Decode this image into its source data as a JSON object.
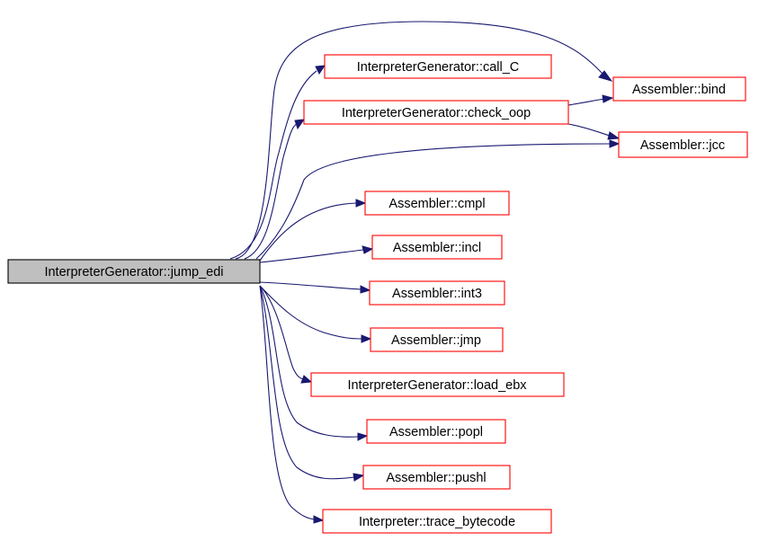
{
  "diagram": {
    "root": {
      "label": "InterpreterGenerator::jump_edi"
    },
    "callees": [
      {
        "id": "call_C",
        "label": "InterpreterGenerator::call_C"
      },
      {
        "id": "bind",
        "label": "Assembler::bind"
      },
      {
        "id": "check_oop",
        "label": "InterpreterGenerator::check_oop"
      },
      {
        "id": "jcc",
        "label": "Assembler::jcc"
      },
      {
        "id": "cmpl",
        "label": "Assembler::cmpl"
      },
      {
        "id": "incl",
        "label": "Assembler::incl"
      },
      {
        "id": "int3",
        "label": "Assembler::int3"
      },
      {
        "id": "jmp",
        "label": "Assembler::jmp"
      },
      {
        "id": "load_ebx",
        "label": "InterpreterGenerator::load_ebx"
      },
      {
        "id": "popl",
        "label": "Assembler::popl"
      },
      {
        "id": "pushl",
        "label": "Assembler::pushl"
      },
      {
        "id": "trace_bytecode",
        "label": "Interpreter::trace_bytecode"
      }
    ],
    "edges": [
      {
        "from": "jump_edi",
        "to": "call_C"
      },
      {
        "from": "jump_edi",
        "to": "bind"
      },
      {
        "from": "jump_edi",
        "to": "check_oop"
      },
      {
        "from": "check_oop",
        "to": "bind"
      },
      {
        "from": "check_oop",
        "to": "jcc"
      },
      {
        "from": "jump_edi",
        "to": "jcc"
      },
      {
        "from": "jump_edi",
        "to": "cmpl"
      },
      {
        "from": "jump_edi",
        "to": "incl"
      },
      {
        "from": "jump_edi",
        "to": "int3"
      },
      {
        "from": "jump_edi",
        "to": "jmp"
      },
      {
        "from": "jump_edi",
        "to": "load_ebx"
      },
      {
        "from": "jump_edi",
        "to": "popl"
      },
      {
        "from": "jump_edi",
        "to": "pushl"
      },
      {
        "from": "jump_edi",
        "to": "trace_bytecode"
      }
    ],
    "colors": {
      "edge": "#191970",
      "node_border": "#ff0000",
      "root_fill": "#bfbfbf",
      "root_border": "#000000"
    }
  }
}
